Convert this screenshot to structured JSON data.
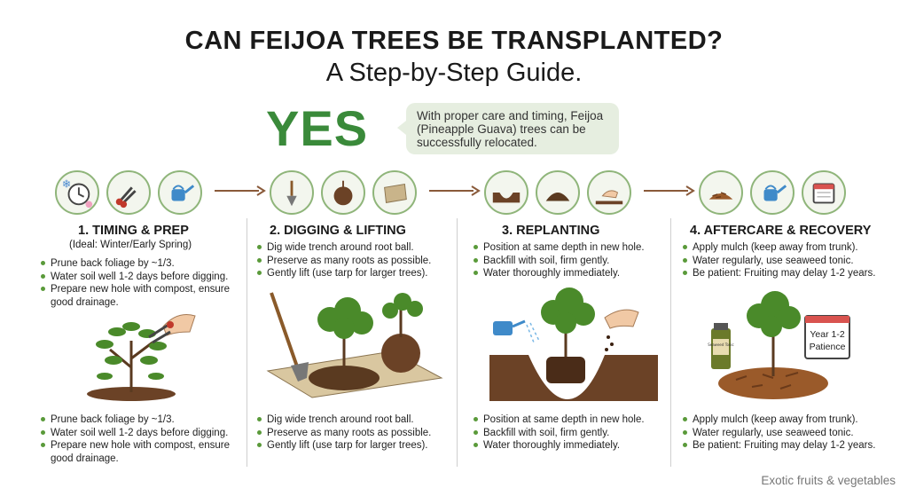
{
  "header": {
    "title": "CAN FEIJOA TREES BE TRANSPLANTED?",
    "subtitle": "A Step-by-Step Guide."
  },
  "answer": {
    "word": "YES",
    "note": "With proper care and timing, Feijoa (Pineapple Guava) trees can be successfully relocated."
  },
  "steps": [
    {
      "title": "1. TIMING & PREP",
      "subtitle": "(Ideal: Winter/Early Spring)",
      "icons": [
        "clock-snowflake-icon",
        "pruning-shears-icon",
        "watering-can-icon"
      ],
      "items": [
        "Prune back foliage by ~1/3.",
        "Water soil well 1-2 days before digging.",
        "Prepare new hole with compost, ensure good drainage."
      ],
      "items_bottom": [
        "Prune back foliage by ~1/3.",
        "Water soil well 1-2 days before digging.",
        "Prepare new hole with compost, ensure good drainage."
      ]
    },
    {
      "title": "2. DIGGING & LIFTING",
      "icons": [
        "shovel-icon",
        "root-ball-icon",
        "tarp-icon"
      ],
      "items": [
        "Dig wide trench around root ball.",
        "Preserve as many roots as possible.",
        "Gently lift (use tarp for larger trees)."
      ],
      "items_bottom": [
        "Dig wide trench around root ball.",
        "Preserve as many roots as possible.",
        "Gently lift (use tarp for larger trees)."
      ]
    },
    {
      "title": "3. REPLANTING",
      "icons": [
        "hole-icon",
        "soil-mound-icon",
        "hand-firming-icon"
      ],
      "items": [
        "Position at same depth in new hole.",
        "Backfill with soil, firm gently.",
        "Water thoroughly immediately."
      ],
      "items_bottom": [
        "Position at same depth in new hole.",
        "Backfill with soil, firm gently.",
        "Water thoroughly immediately."
      ]
    },
    {
      "title": "4. AFTERCARE & RECOVERY",
      "icons": [
        "mulch-icon",
        "watering-can-icon",
        "calendar-icon"
      ],
      "items": [
        "Apply mulch (keep away from trunk).",
        "Water regularly, use seaweed tonic.",
        "Be patient: Fruiting may delay 1-2 years."
      ],
      "items_bottom": [
        "Apply mulch (keep away from trunk).",
        "Water regularly, use seaweed tonic.",
        "Be patient: Fruiting may delay 1-2 years."
      ]
    }
  ],
  "illustrations": {
    "seaweed_label": "Seaweed Tonic",
    "calendar_label": "Year 1-2 Patience"
  },
  "footer": "Exotic fruits & vegetables",
  "colors": {
    "accent_green": "#3a8a3a",
    "bullet_green": "#5a9a3a",
    "bubble_bg": "#e6eee0",
    "soil_brown": "#6b4226",
    "arrow_brown": "#8a5a3a"
  }
}
